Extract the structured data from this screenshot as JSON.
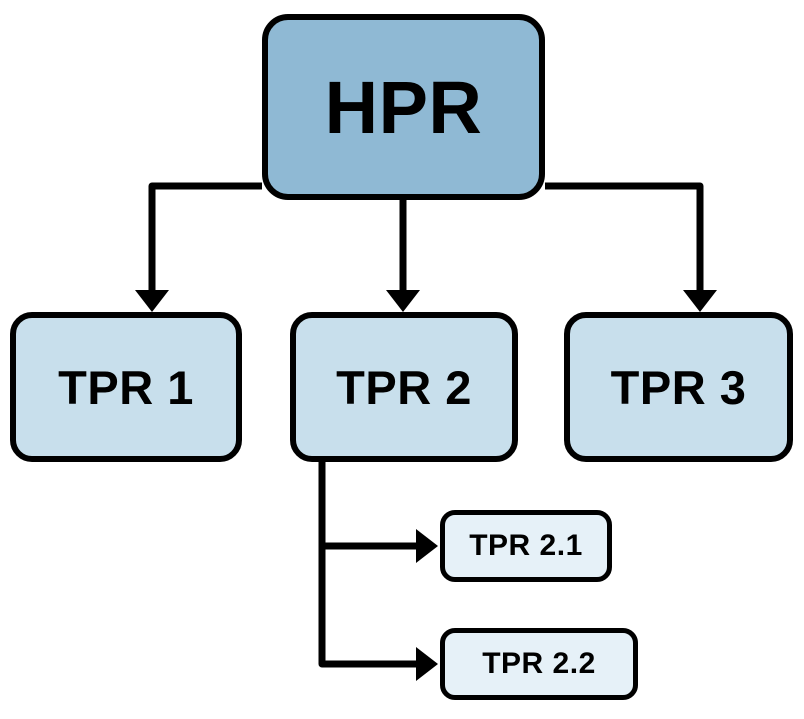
{
  "diagram": {
    "type": "hierarchy-flowchart",
    "root": {
      "label": "HPR"
    },
    "children": [
      {
        "label": "TPR 1"
      },
      {
        "label": "TPR 2"
      },
      {
        "label": "TPR 3"
      }
    ],
    "subchildren": [
      {
        "label": "TPR 2.1"
      },
      {
        "label": "TPR 2.2"
      }
    ],
    "colors": {
      "root_fill": "#8fb9d4",
      "child_fill": "#c8dfec",
      "subchild_fill": "#e6f1f8",
      "line": "#000000",
      "background": "#ffffff"
    }
  }
}
